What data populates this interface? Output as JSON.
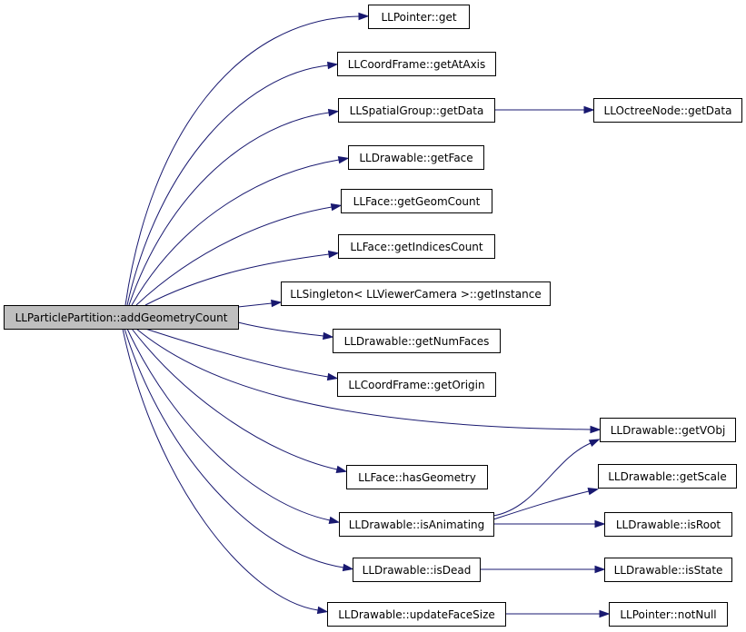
{
  "graph": {
    "edge_color": "#191970",
    "root_fill": "#bfbfbf",
    "node_fill": "#ffffff",
    "root": "LLParticlePartition::addGeometryCount",
    "nodes": [
      "LLPointer::get",
      "LLCoordFrame::getAtAxis",
      "LLSpatialGroup::getData",
      "LLOctreeNode::getData",
      "LLDrawable::getFace",
      "LLFace::getGeomCount",
      "LLFace::getIndicesCount",
      "LLSingleton< LLViewerCamera >::getInstance",
      "LLDrawable::getNumFaces",
      "LLCoordFrame::getOrigin",
      "LLDrawable::getVObj",
      "LLFace::hasGeometry",
      "LLDrawable::getScale",
      "LLDrawable::isAnimating",
      "LLDrawable::isRoot",
      "LLDrawable::isDead",
      "LLDrawable::isState",
      "LLDrawable::updateFaceSize",
      "LLPointer::notNull"
    ]
  }
}
